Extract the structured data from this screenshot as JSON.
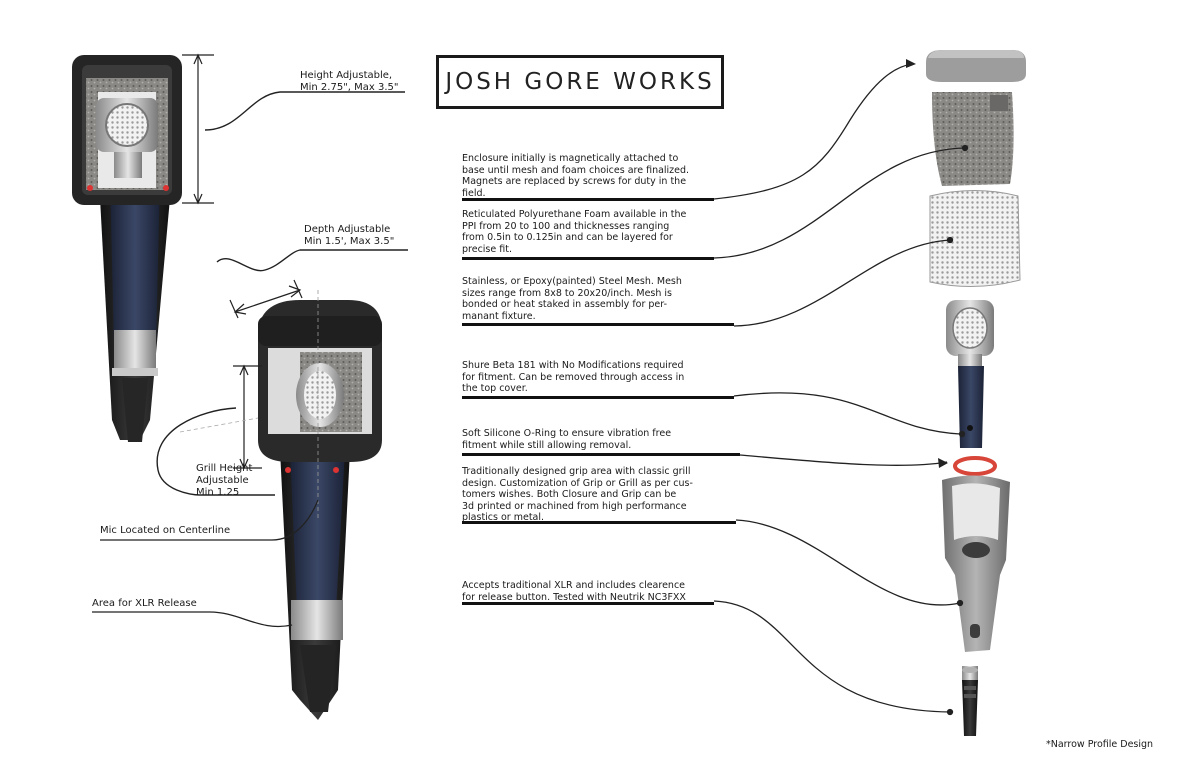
{
  "title": "JOSH GORE WORKS",
  "labels": {
    "height_1": "Height Adjustable,",
    "height_2": "Min 2.75\", Max 3.5\"",
    "depth_1": "Depth Adjustable",
    "depth_2": "Min 1.5', Max 3.5\"",
    "grill_1": "Grill Height",
    "grill_2": "Adjustable",
    "grill_3": "Min 1.25",
    "centerline": "Mic Located on Centerline",
    "xlr_release": "Area for XLR Release"
  },
  "notes": [
    "Enclosure initially is magnetically attached to\nbase until mesh and foam choices are finalized.\nMagnets are replaced by screws for duty in the\nfield.",
    "Reticulated Polyurethane Foam available in the\nPPI from 20 to 100 and thicknesses ranging\nfrom 0.5in to 0.125in and can be layered for\nprecise fit.",
    "Stainless, or Epoxy(painted) Steel Mesh.  Mesh\nsizes range from 8x8 to 20x20/inch.  Mesh is\nbonded or heat staked in assembly for per-\nmanant fixture.",
    "Shure Beta 181 with No Modifications required\nfor fitment.  Can be removed through access in\nthe top cover.",
    "Soft Silicone O-Ring to ensure vibration free\nfitment while still allowing removal.",
    "Traditionally designed grip area with classic grill\ndesign.  Customization of Grip or Grill as per cus-\ntomers wishes.  Both Closure and Grip can be\n3d printed or machined from high performance\nplastics or metal.",
    "Accepts traditional XLR and includes clearence\nfor release button.  Tested with Neutrik NC3FXX"
  ],
  "footnote": "*Narrow Profile Design",
  "colors": {
    "housing": "#2b2b2b",
    "mic_body": "#2c3752",
    "foam": "#8a8885",
    "grip": "#8e8e8e",
    "oring": "#d8463a",
    "ink": "#111111"
  }
}
